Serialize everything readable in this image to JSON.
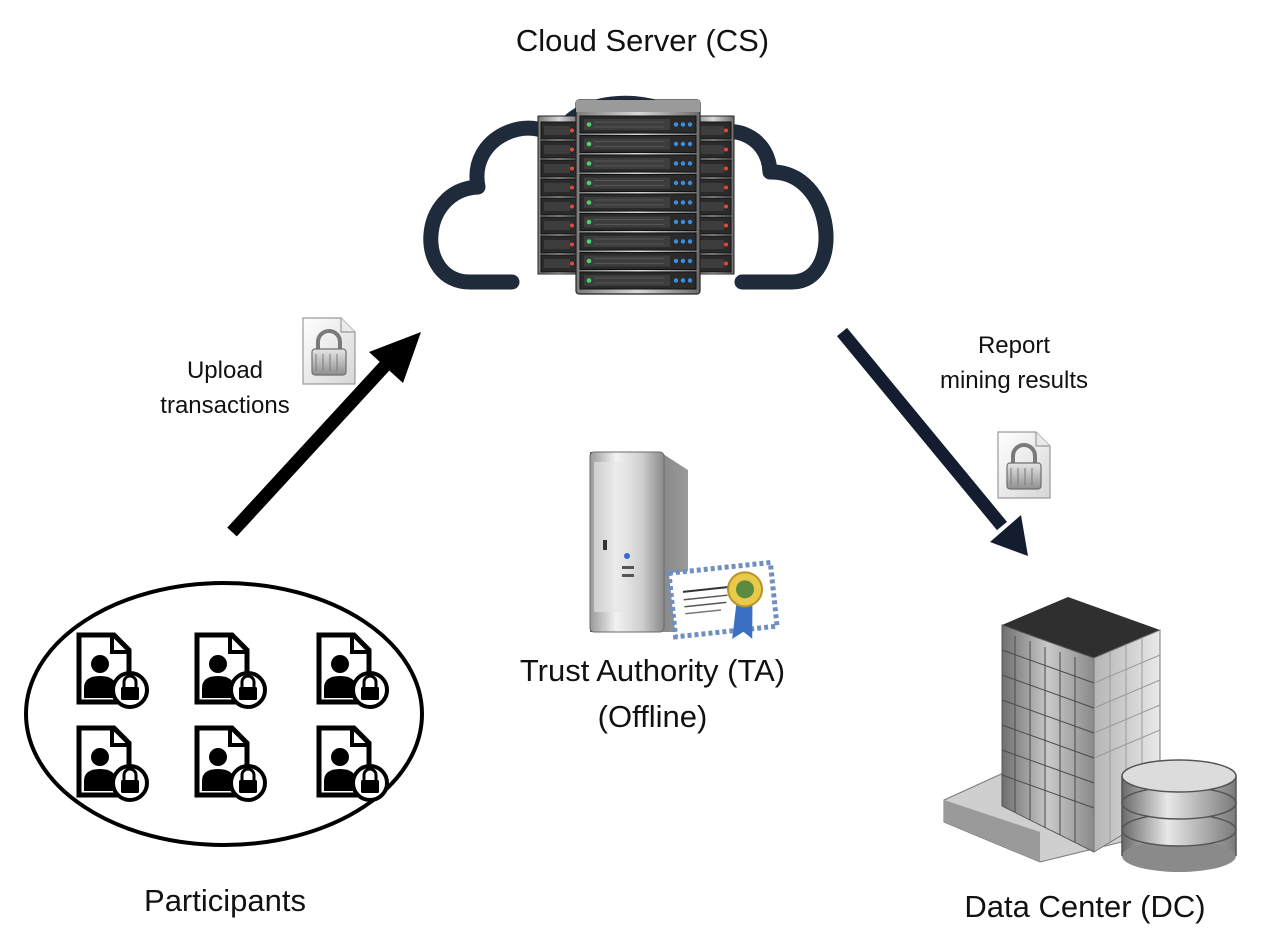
{
  "nodes": {
    "cloud_server": {
      "label": "Cloud Server (CS)",
      "icon": "cloud-server-rack-icon"
    },
    "trust_authority": {
      "label_line1": "Trust Authority (TA)",
      "label_line2": "(Offline)",
      "icon": "tower-server-certificate-icon"
    },
    "participants": {
      "label": "Participants",
      "icon": "user-document-lock-icon",
      "count": 6
    },
    "data_center": {
      "label": "Data Center (DC)",
      "icon": "office-building-database-icon"
    }
  },
  "edges": {
    "upload": {
      "label_line1": "Upload",
      "label_line2": "transactions",
      "icon": "locked-file-icon",
      "color": "#000000"
    },
    "report": {
      "label_line1": "Report",
      "label_line2": "mining results",
      "icon": "locked-file-icon",
      "color": "#141d30"
    }
  },
  "colors": {
    "cloud_outline": "#1f2a3a",
    "server_body": "#3a3a3a",
    "led_green": "#4cd36a",
    "led_blue": "#3a8de0",
    "led_red": "#e04a3a"
  }
}
